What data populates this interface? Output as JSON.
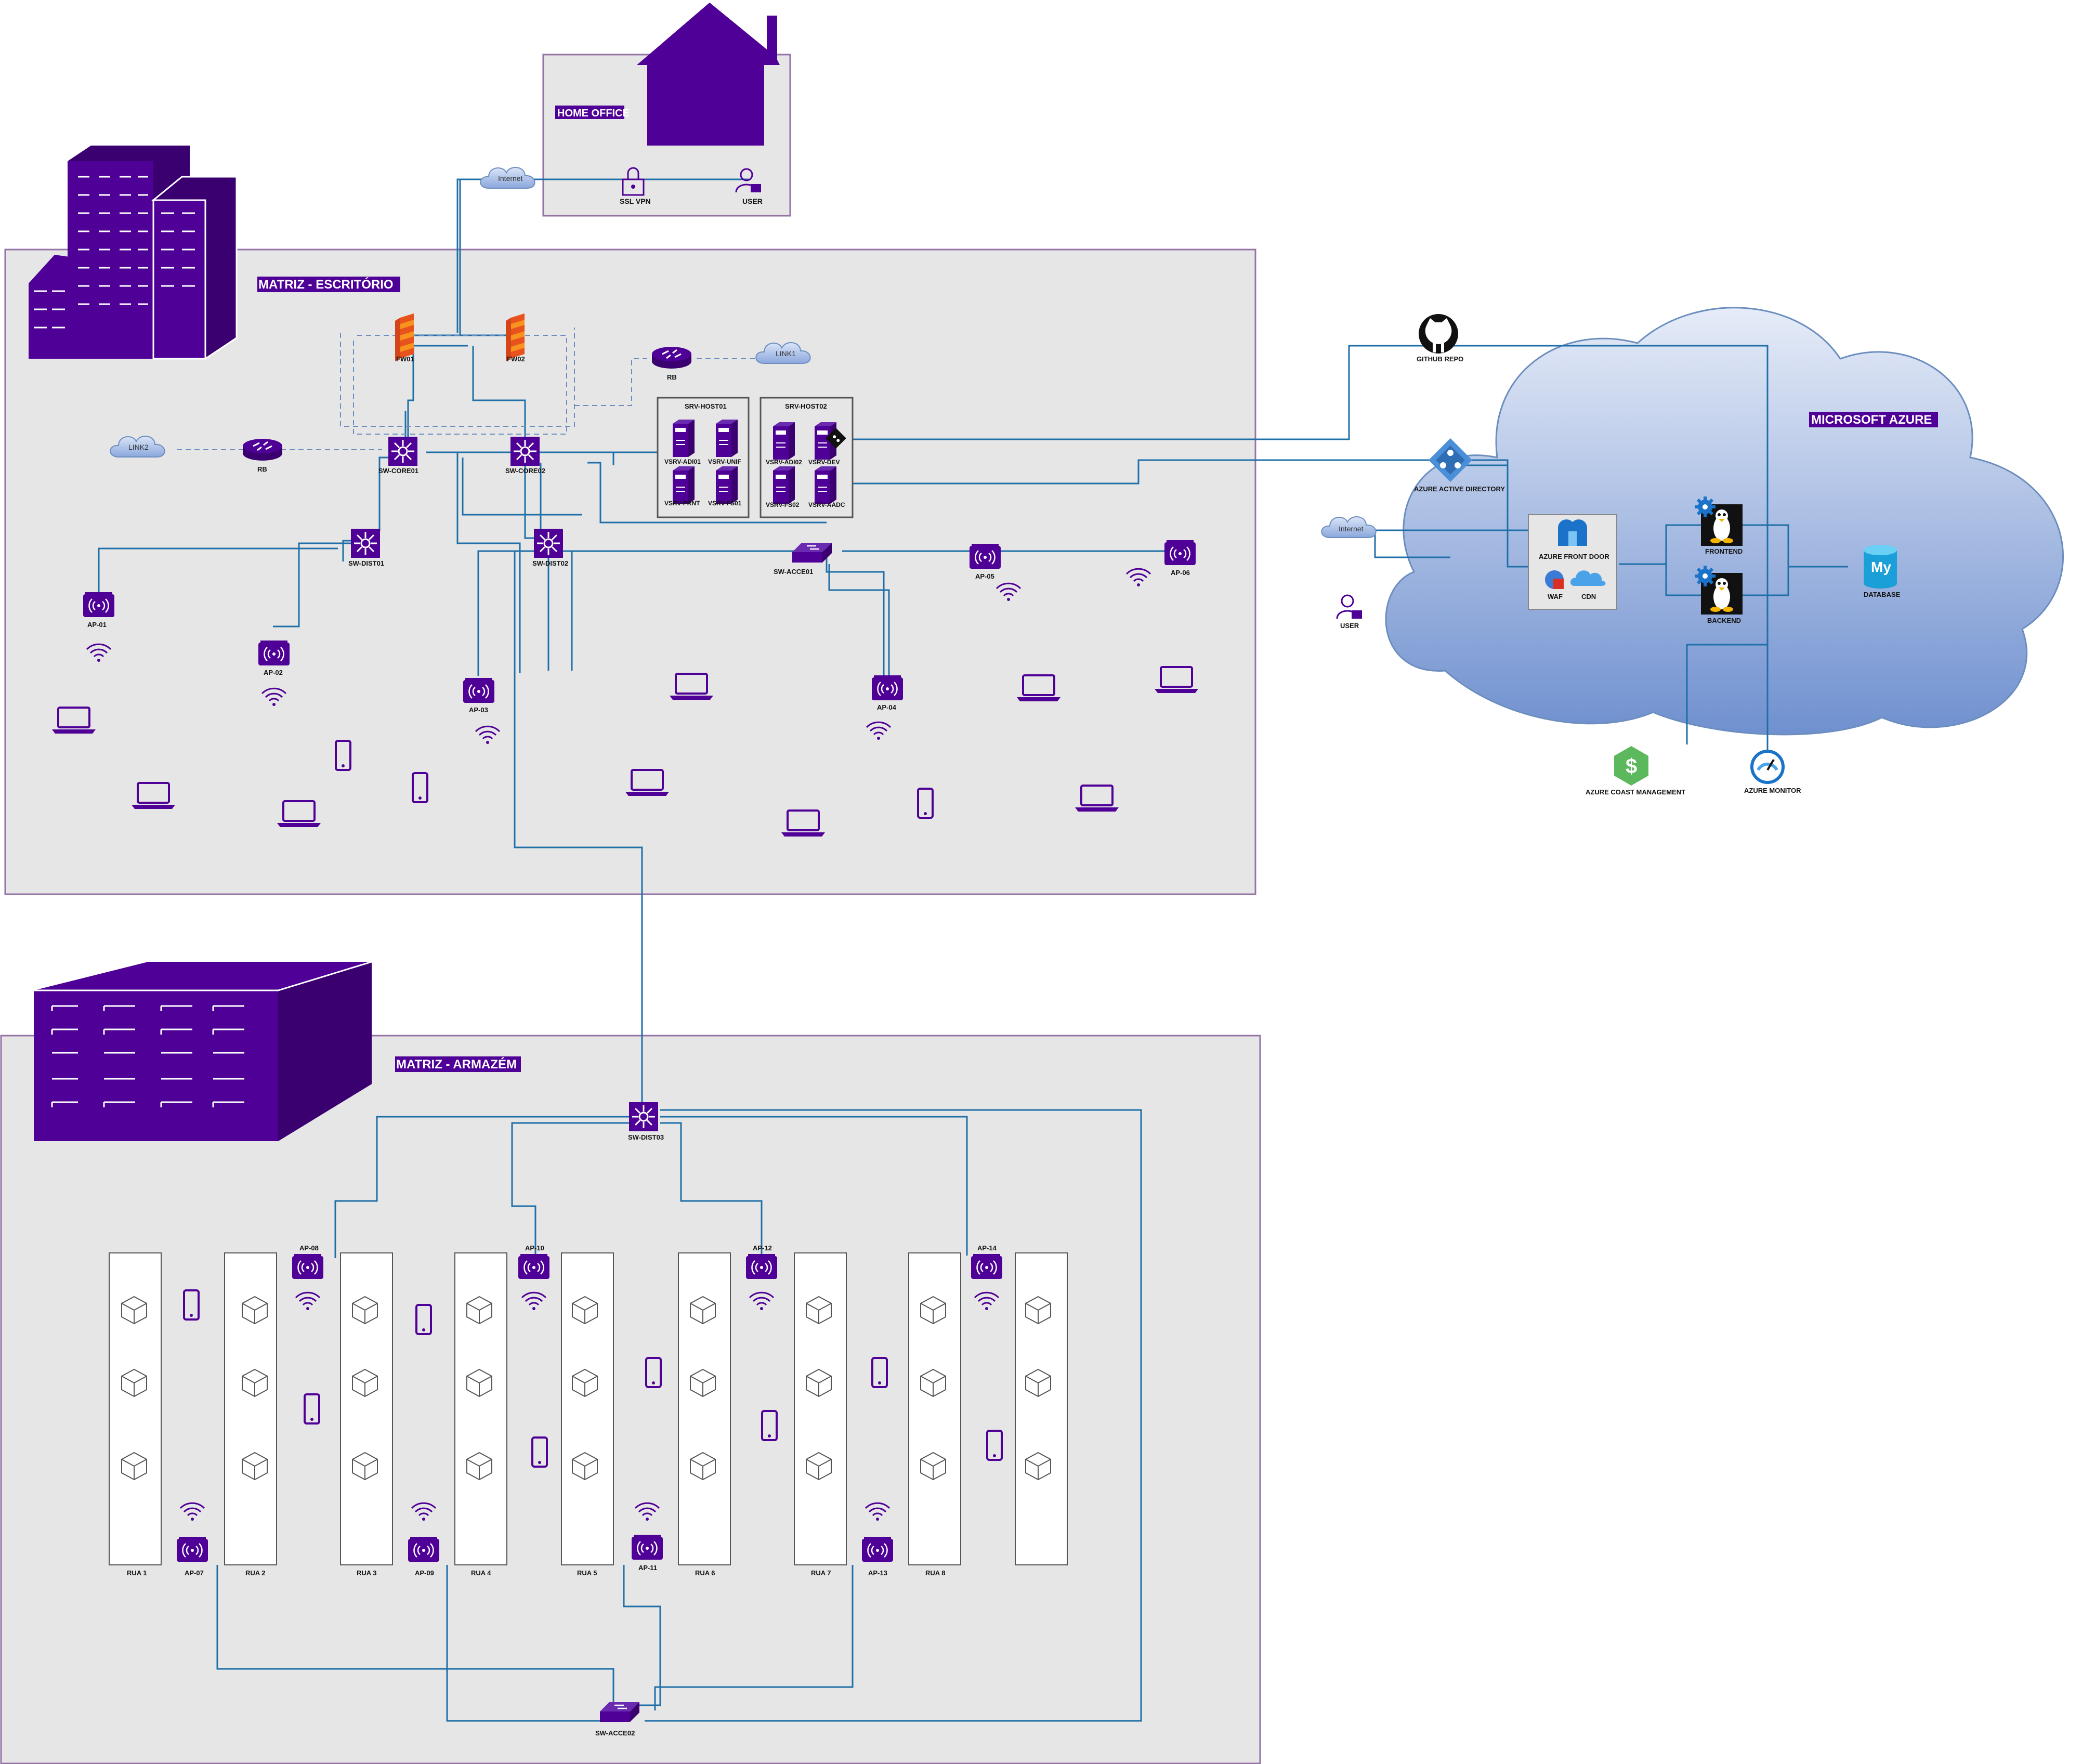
{
  "zones": {
    "home_office": "HOME OFFICE",
    "matriz_escritorio": "MATRIZ - ESCRITÓRIO",
    "matriz_armazem": "MATRIZ - ARMAZÉM",
    "microsoft_azure": "MICROSOFT AZURE"
  },
  "home": {
    "internet": "Internet",
    "ssl_vpn": "SSL VPN",
    "user": "USER"
  },
  "office": {
    "fw01": "FW01",
    "fw02": "FW02",
    "rb_left": "RB",
    "rb_right": "RB",
    "link1": "LINK1",
    "link2": "LINK2",
    "sw_core01": "SW-CORE01",
    "sw_core02": "SW-CORE02",
    "sw_dist01": "SW-DIST01",
    "sw_dist02": "SW-DIST02",
    "sw_acce01": "SW-ACCE01",
    "srv_host01": "SRV-HOST01",
    "srv_host02": "SRV-HOST02",
    "vm_adi01": "VSRV-ADI01",
    "vm_unif": "VSRV-UNIF",
    "vm_prnt": "VSRV-PRNT",
    "vm_fs01": "VSRV-FS01",
    "vm_adi02": "VSRV-ADI02",
    "vm_dev": "VSRV-DEV",
    "vm_fs02": "VSRV-FS02",
    "vm_aadc": "VSRV-AADC",
    "ap01": "AP-01",
    "ap02": "AP-02",
    "ap03": "AP-03",
    "ap04": "AP-04",
    "ap05": "AP-05",
    "ap06": "AP-06"
  },
  "warehouse": {
    "sw_dist03": "SW-DIST03",
    "sw_acce02": "SW-ACCE02",
    "aisles": [
      "RUA 1",
      "RUA 2",
      "RUA 3",
      "RUA 4",
      "RUA 5",
      "RUA 6",
      "RUA 7",
      "RUA 8"
    ],
    "top_aps": [
      "AP-08",
      "AP-10",
      "AP-12",
      "AP-14"
    ],
    "bottom_aps": [
      "AP-07",
      "AP-09",
      "AP-11",
      "AP-13"
    ]
  },
  "azure": {
    "github": "GITHUB REPO",
    "aad": "AZURE ACTIVE DIRECTORY",
    "front_door": "AZURE FRONT DOOR",
    "waf": "WAF",
    "cdn": "CDN",
    "frontend": "FRONTEND",
    "backend": "BACKEND",
    "database": "DATABASE",
    "internet": "Internet",
    "user": "USER",
    "cost": "AZURE COAST MANAGEMENT",
    "monitor": "AZURE MONITOR"
  },
  "colors": {
    "purple": "#4f0096",
    "line": "#1f6fa8",
    "zone_fill": "#e6e6e6",
    "zone_border": "#9673a6",
    "firewall": "#f26522"
  }
}
